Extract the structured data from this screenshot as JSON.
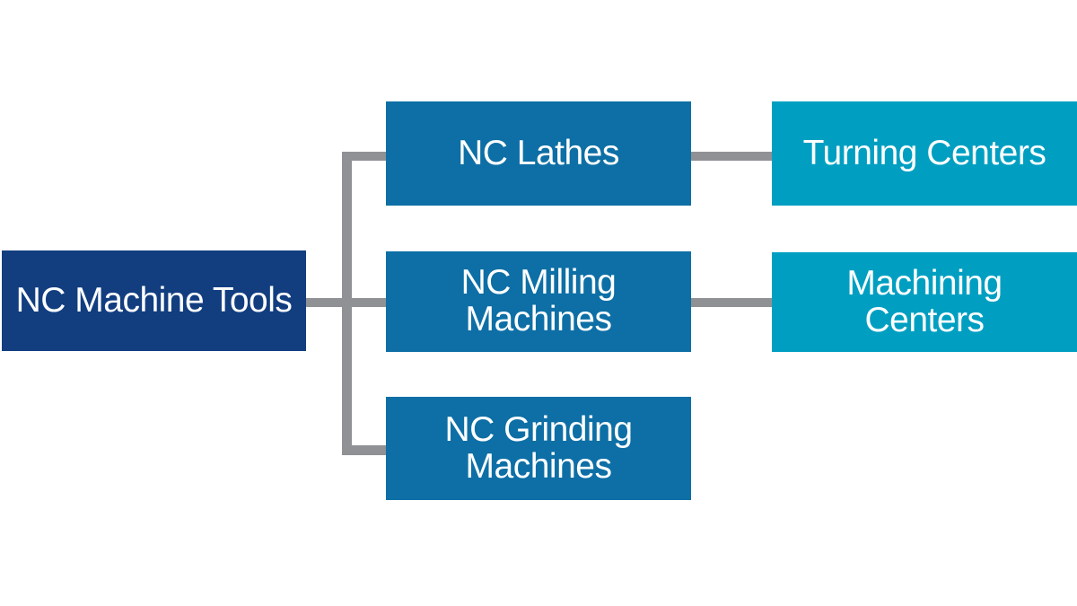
{
  "diagram": {
    "type": "hierarchy-flowchart",
    "nodes": {
      "root": {
        "label": "NC Machine Tools"
      },
      "level2": [
        {
          "label": "NC Lathes"
        },
        {
          "label": "NC Milling Machines"
        },
        {
          "label": "NC Grinding Machines"
        }
      ],
      "level3": [
        {
          "label": "Turning Centers"
        },
        {
          "label": "Machining Centers"
        }
      ]
    },
    "edges": [
      {
        "from": "NC Machine Tools",
        "to": "NC Lathes"
      },
      {
        "from": "NC Machine Tools",
        "to": "NC Milling Machines"
      },
      {
        "from": "NC Machine Tools",
        "to": "NC Grinding Machines"
      },
      {
        "from": "NC Lathes",
        "to": "Turning Centers"
      },
      {
        "from": "NC Milling Machines",
        "to": "Machining Centers"
      }
    ]
  },
  "colors": {
    "root_bg": "#123e80",
    "level2_bg": "#0d6fa5",
    "level3_bg": "#009fc2",
    "connector": "#8f9194",
    "text": "#ffffff",
    "background": "#ffffff"
  }
}
